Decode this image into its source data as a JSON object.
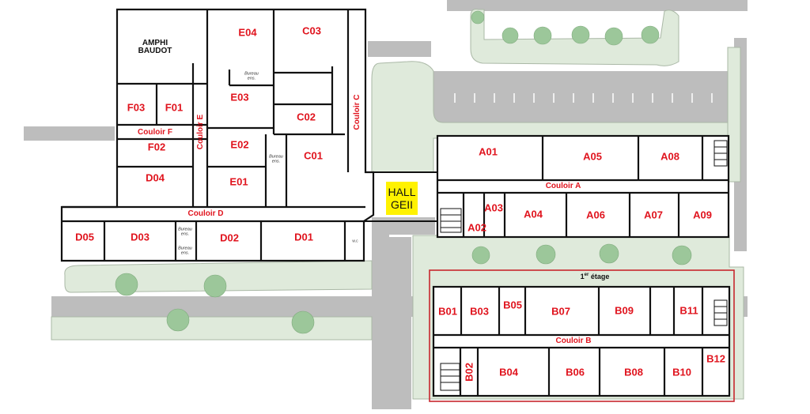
{
  "hall": {
    "line1": "HALL",
    "line2": "GEII"
  },
  "amphi": {
    "line1": "AMPHI",
    "line2": "BAUDOT"
  },
  "etage": {
    "number": "1",
    "suffix": "er",
    "word": " étage"
  },
  "rooms": {
    "E04": "E04",
    "C03": "C03",
    "E03": "E03",
    "C02": "C02",
    "E02": "E02",
    "C01": "C01",
    "E01": "E01",
    "F03": "F03",
    "F01": "F01",
    "F02": "F02",
    "D04": "D04",
    "D05": "D05",
    "D03": "D03",
    "D02": "D02",
    "D01": "D01",
    "A01": "A01",
    "A05": "A05",
    "A08": "A08",
    "A03": "A03",
    "A02": "A02",
    "A04": "A04",
    "A06": "A06",
    "A07": "A07",
    "A09": "A09",
    "B01": "B01",
    "B03": "B03",
    "B05": "B05",
    "B07": "B07",
    "B09": "B09",
    "B11": "B11",
    "B02": "B02",
    "B04": "B04",
    "B06": "B06",
    "B08": "B08",
    "B10": "B10",
    "B12": "B12"
  },
  "corridors": {
    "A": "Couloir A",
    "B": "Couloir B",
    "C": "Couloir C",
    "D": "Couloir D",
    "E": "Couloir E",
    "F": "Couloir F"
  },
  "small": {
    "bureau": "Bureau",
    "ens": "ens.",
    "wc": "w.c"
  },
  "colors": {
    "room_label": "#e0141e",
    "hall": "#fff200",
    "road": "#b9b9b9",
    "grass": "#dfeadb",
    "tree": "#9cc79a",
    "outline": "#c8272e"
  }
}
